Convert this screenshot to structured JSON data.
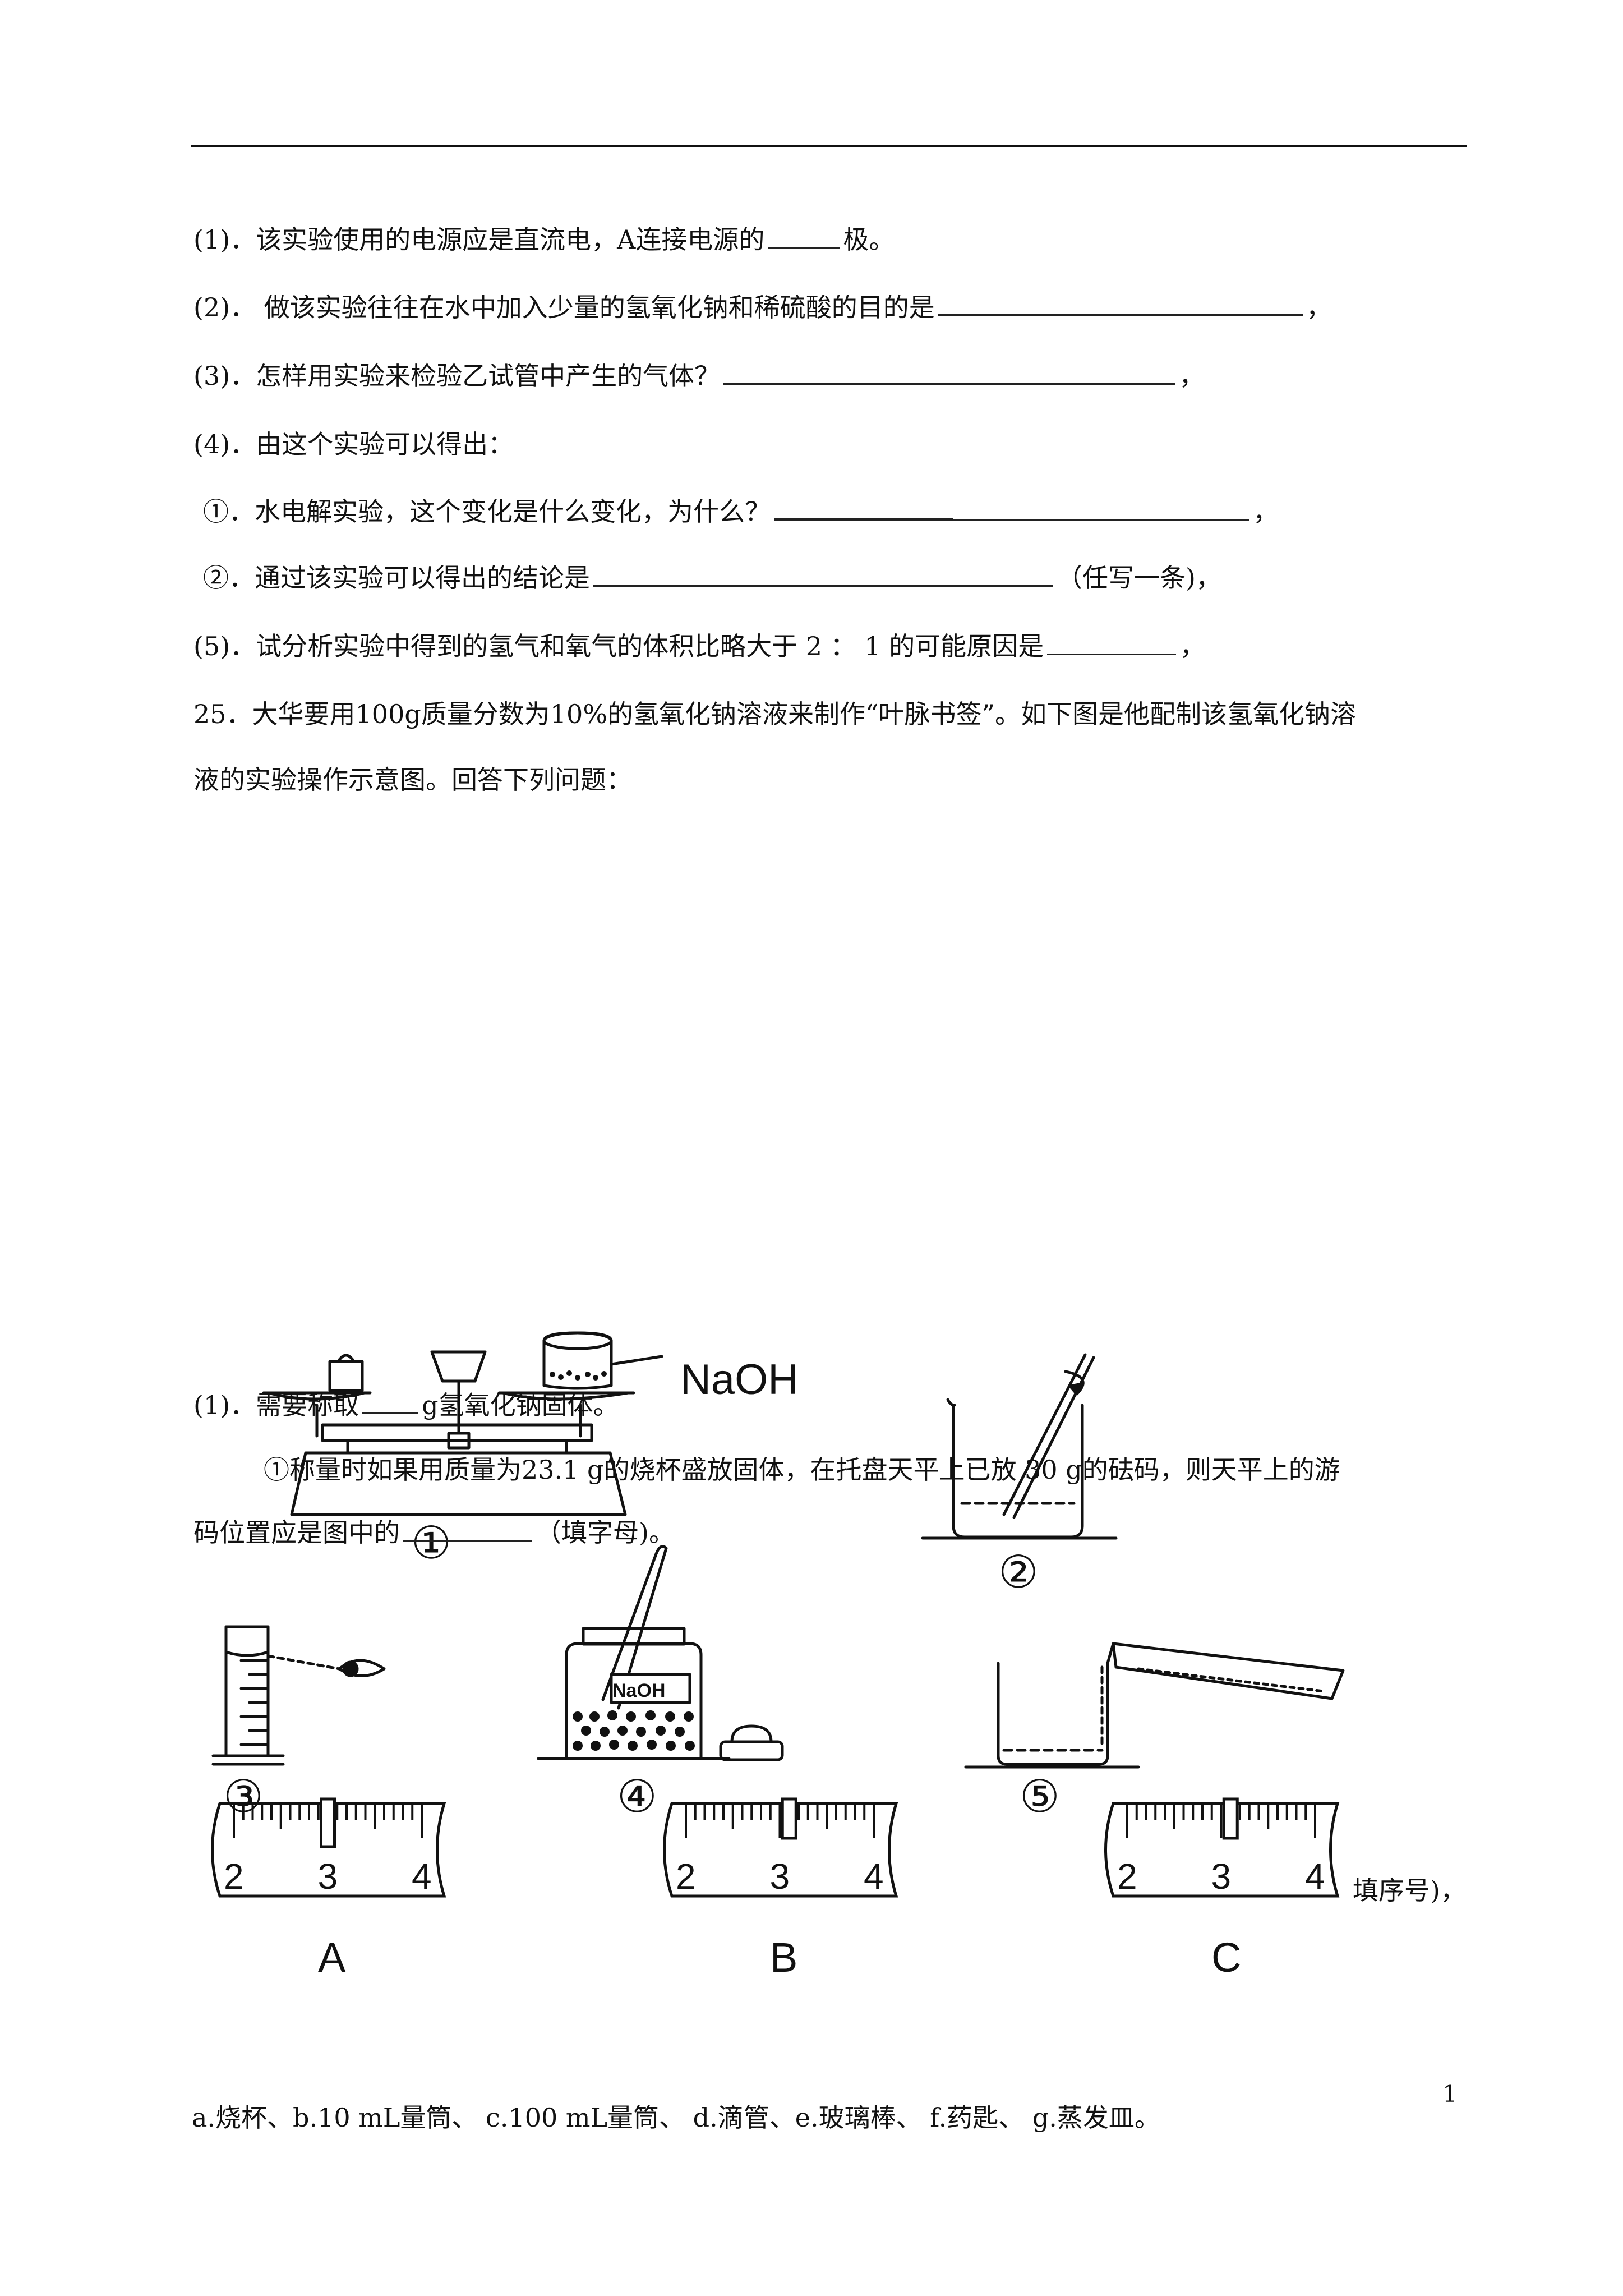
{
  "questions": {
    "q1": "(1)．该实验使用的电源应是直流电，A连接电源的",
    "q1_end": "极。",
    "q2": "(2)． 做该实验往往在水中加入少量的氢氧化钠和稀硫酸的目的是",
    "q2_end": "，",
    "q3": "(3)．怎样用实验来检验乙试管中产生的气体？",
    "q3_end": "，",
    "q4": "(4)．由这个实验可以得出：",
    "q4a": "①．水电解实验，这个变化是什么变化，为什么？",
    "q4a_end": "，",
    "q4b": "②．通过该实验可以得出的结论是",
    "q4b_end": "（任写一条)，",
    "q5": "(5)．试分析实验中得到的氢气和氧气的体积比略大于 2 ： 1 的可能原因是",
    "q5_end": "，",
    "q25_line1": "25．大华要用100g质量分数为10%的氢氧化钠溶液来制作“叶脉书签”。如下图是他配制该氢氧化钠溶",
    "q25_line2": "液的实验操作示意图。回答下列问题："
  },
  "sub": {
    "s1": "(1)．需要称取",
    "s1_end": "g氢氧化钠固体。",
    "s2": "①称量时如果用质量为23.1 g的烧杯盛放固体，在托盘天平上已放 30 g的砝码，则天平上的游",
    "s3": "码位置应是图中的",
    "s3_end": "（填字母)。",
    "s4_tail": "填序号)，",
    "options": "a.烧杯、b.10 mL量筒、 c.100 mL量筒、 d.滴管、e.玻璃棒、 f.药匙、 g.蒸发皿。"
  },
  "figure": {
    "naoh_label": "NaOH",
    "jar_label": "NaOH",
    "steps": [
      "①",
      "②",
      "③",
      "④",
      "⑤"
    ],
    "rulers": [
      {
        "letter": "A",
        "ticks": [
          "2",
          "3",
          "4"
        ],
        "slider_at": 3.0
      },
      {
        "letter": "B",
        "ticks": [
          "2",
          "3",
          "4"
        ],
        "slider_at": 3.1
      },
      {
        "letter": "C",
        "ticks": [
          "2",
          "3",
          "4"
        ],
        "slider_at": 3.1
      }
    ]
  },
  "page_number": "1"
}
